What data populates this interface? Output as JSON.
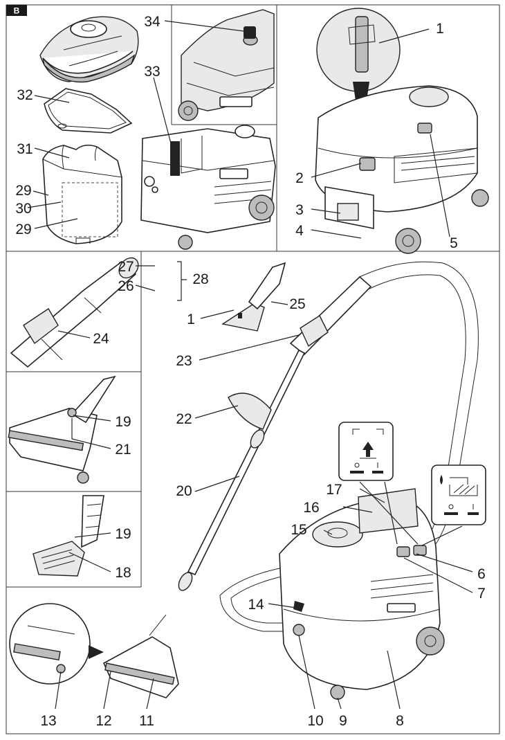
{
  "figure_tag": "B",
  "callouts": {
    "c1a": "1",
    "c2": "2",
    "c3": "3",
    "c4": "4",
    "c5": "5",
    "c1b": "1",
    "c25": "25",
    "c23": "23",
    "c22": "22",
    "c20": "20",
    "c17": "17",
    "c16": "16",
    "c15": "15",
    "c14": "14",
    "c10": "10",
    "c9": "9",
    "c8": "8",
    "c6": "6",
    "c7": "7",
    "c27": "27",
    "c26": "26",
    "c28": "28",
    "c24": "24",
    "c19a": "19",
    "c21": "21",
    "c19b": "19",
    "c18": "18",
    "c13": "13",
    "c12": "12",
    "c11": "11",
    "c34": "34",
    "c33": "33",
    "c32": "32",
    "c31": "31",
    "c29a": "29",
    "c30": "30",
    "c29b": "29"
  }
}
